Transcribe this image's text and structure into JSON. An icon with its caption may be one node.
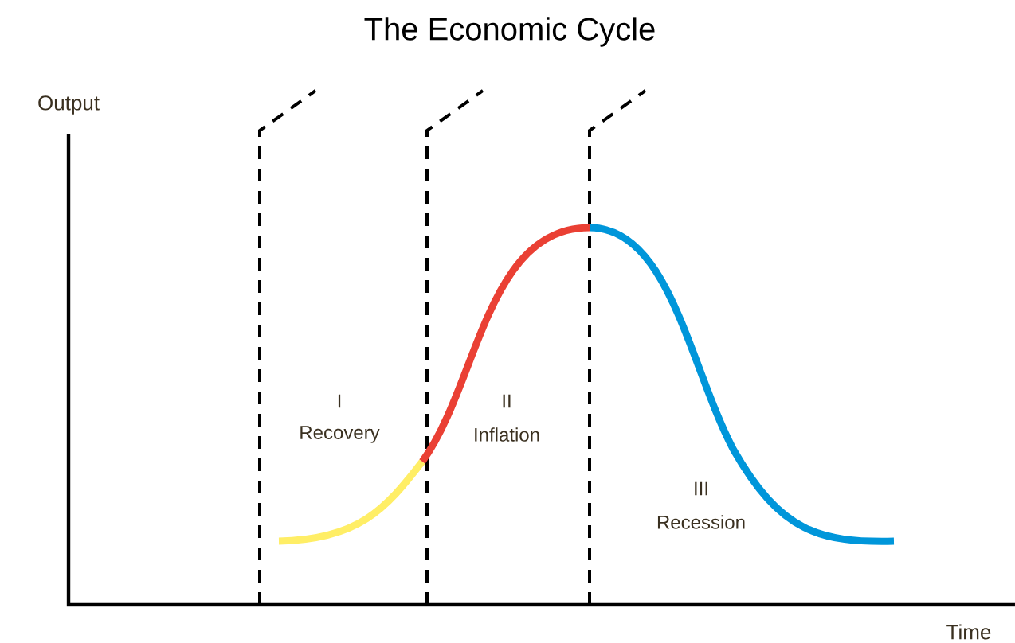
{
  "diagram": {
    "title": "The Economic Cycle",
    "labels": [
      "Output",
      "I",
      "Recovery",
      "II",
      "Inflation",
      "III",
      "Recession",
      "Time"
    ]
  }
}
